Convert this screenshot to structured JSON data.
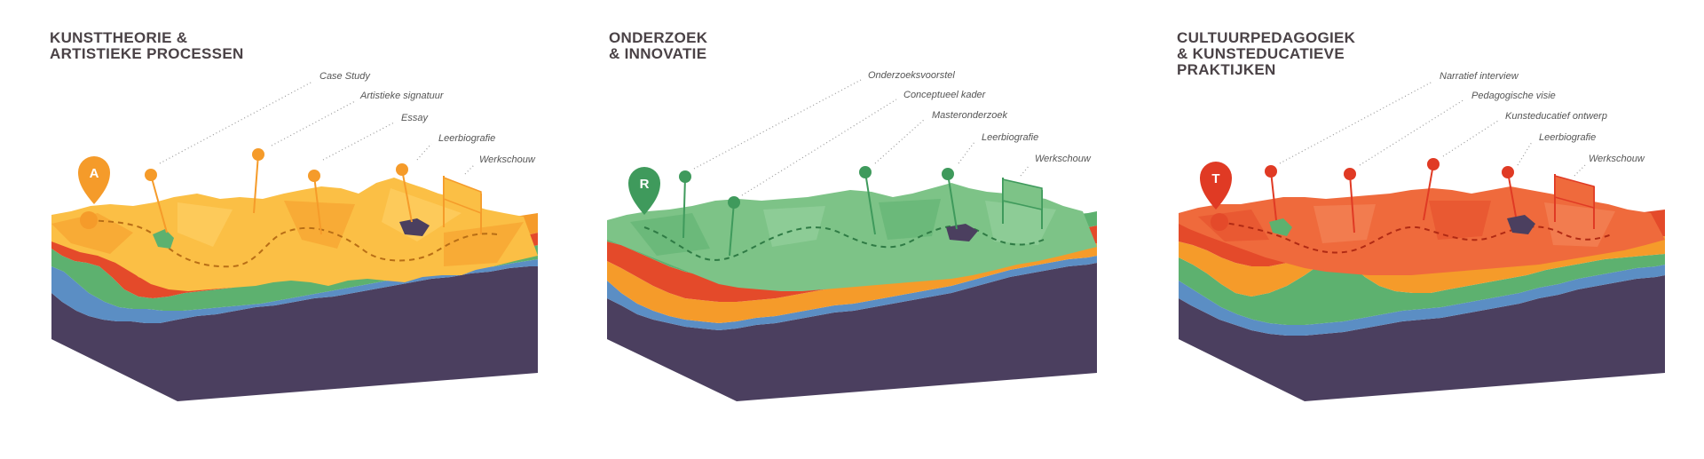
{
  "colors": {
    "orange": "#f59b2a",
    "yellow": "#fbbf45",
    "green": "#5db16f",
    "lightgreen": "#7dc387",
    "red": "#e44a2a",
    "coral": "#ef6a3c",
    "blue": "#5b8ec4",
    "purple": "#4b3f5f",
    "leader": "#9a9a9a",
    "title": "#4a4246"
  },
  "diagrams": [
    {
      "id": "A",
      "title": "KUNSTTHEORIE &\nARTISTIEKE PROCESSEN",
      "badge_letter": "A",
      "theme": "orange",
      "labels": [
        "Case Study",
        "Artistieke signatuur",
        "Essay",
        "Leerbiografie",
        "Werkschouw"
      ]
    },
    {
      "id": "R",
      "title": "ONDERZOEK\n& INNOVATIE",
      "badge_letter": "R",
      "theme": "green",
      "labels": [
        "Onderzoeksvoorstel",
        "Conceptueel kader",
        "Masteronderzoek",
        "Leerbiografie",
        "Werkschouw"
      ]
    },
    {
      "id": "T",
      "title": "CULTUURPEDAGOGIEK\n& KUNSTEDUCATIEVE\nPRAKTIJKEN",
      "badge_letter": "T",
      "theme": "red",
      "labels": [
        "Narratief interview",
        "Pedagogische visie",
        "Kunsteducatief ontwerp",
        "Leerbiografie",
        "Werkschouw"
      ]
    }
  ]
}
